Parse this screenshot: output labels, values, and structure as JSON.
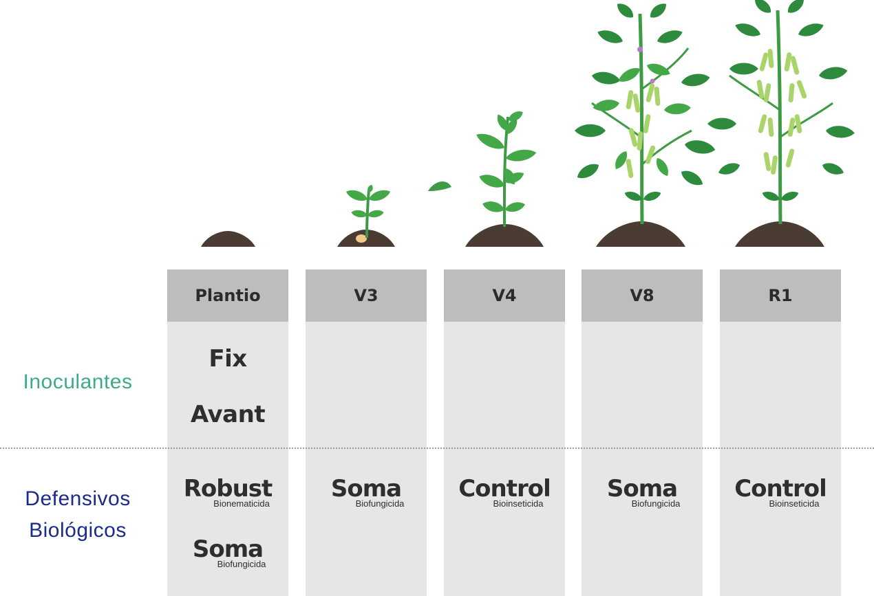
{
  "stages": [
    {
      "label": "Plantio"
    },
    {
      "label": "V3"
    },
    {
      "label": "V4"
    },
    {
      "label": "V8"
    },
    {
      "label": "R1"
    }
  ],
  "rows": {
    "inoculantes": {
      "label": "Inoculantes",
      "color": "#3dab89"
    },
    "defensivos": {
      "label_line1": "Defensivos",
      "label_line2": "Biológicos",
      "color": "#1a2b8c"
    }
  },
  "inoculants": {
    "plantio": [
      "Fix",
      "Avant"
    ]
  },
  "defensivos_products": {
    "plantio": [
      {
        "name": "Robust",
        "type": "Bionematicida"
      },
      {
        "name": "Soma",
        "type": "Biofungicida"
      }
    ],
    "v3": {
      "name": "Soma",
      "type": "Biofungicida"
    },
    "v4": {
      "name": "Control",
      "type": "Bioinseticida"
    },
    "v8": {
      "name": "Soma",
      "type": "Biofungicida"
    },
    "r1": {
      "name": "Control",
      "type": "Bioinseticida"
    }
  },
  "colors": {
    "leaf_dark": "#2e8b3e",
    "leaf": "#45a848",
    "leaf_light": "#6cc04a",
    "pod": "#a9d46a",
    "soil": "#4a3b33",
    "flower": "#b77cc9",
    "header_bg": "#bdbdbf",
    "column_bg": "#e6e6e7"
  }
}
